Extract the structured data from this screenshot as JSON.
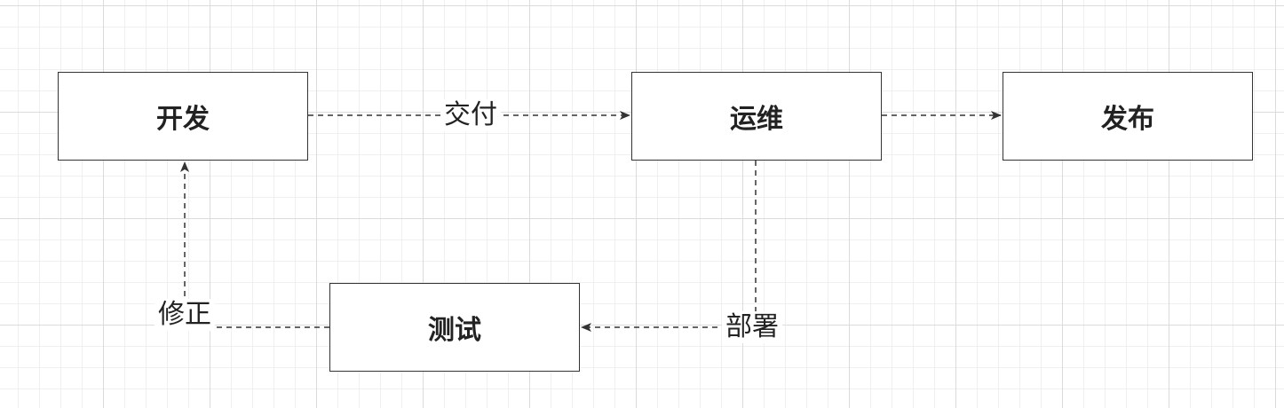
{
  "nodes": {
    "develop": "开发",
    "ops": "运维",
    "release": "发布",
    "test": "测试"
  },
  "edges": {
    "deliver": "交付",
    "deploy": "部署",
    "fix": "修正"
  },
  "colors": {
    "line": "#333333",
    "border": "#333333",
    "text": "#222222"
  }
}
